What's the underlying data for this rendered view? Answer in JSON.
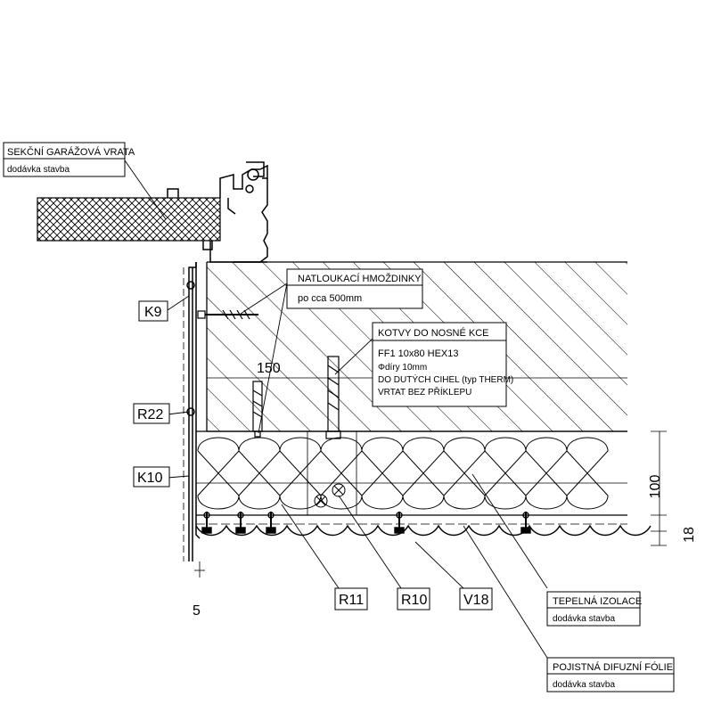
{
  "callouts": {
    "garage_door": {
      "title": "SEKČNÍ GARÁŽOVÁ VRATA",
      "supply": "dodávka stavba"
    },
    "hammer_dowels": {
      "title": "NATLOUKACÍ HMOŽDINKY",
      "spacing": "po cca 500mm"
    },
    "anchors": {
      "title": "KOTVY DO NOSNÉ KCE",
      "spec": "FF1 10x80 HEX13",
      "holes": "Φdíry 10mm",
      "substrate": "DO DUTÝCH CIHEL (typ THERM)",
      "drilling": "VRTAT BEZ PŘÍKLEPU"
    },
    "insulation": {
      "title": "TEPELNÁ IZOLACE",
      "supply": "dodávka stavba"
    },
    "membrane": {
      "title": "POJISTNÁ DIFUZNÍ FÓLIE",
      "supply": "dodávka stavba"
    }
  },
  "part_codes": {
    "k9": "K9",
    "r22": "R22",
    "k10": "K10",
    "r11": "R11",
    "r10": "R10",
    "v18": "V18"
  },
  "dimensions": {
    "d150": "150",
    "d100": "100",
    "d18": "18",
    "d5": "5"
  }
}
